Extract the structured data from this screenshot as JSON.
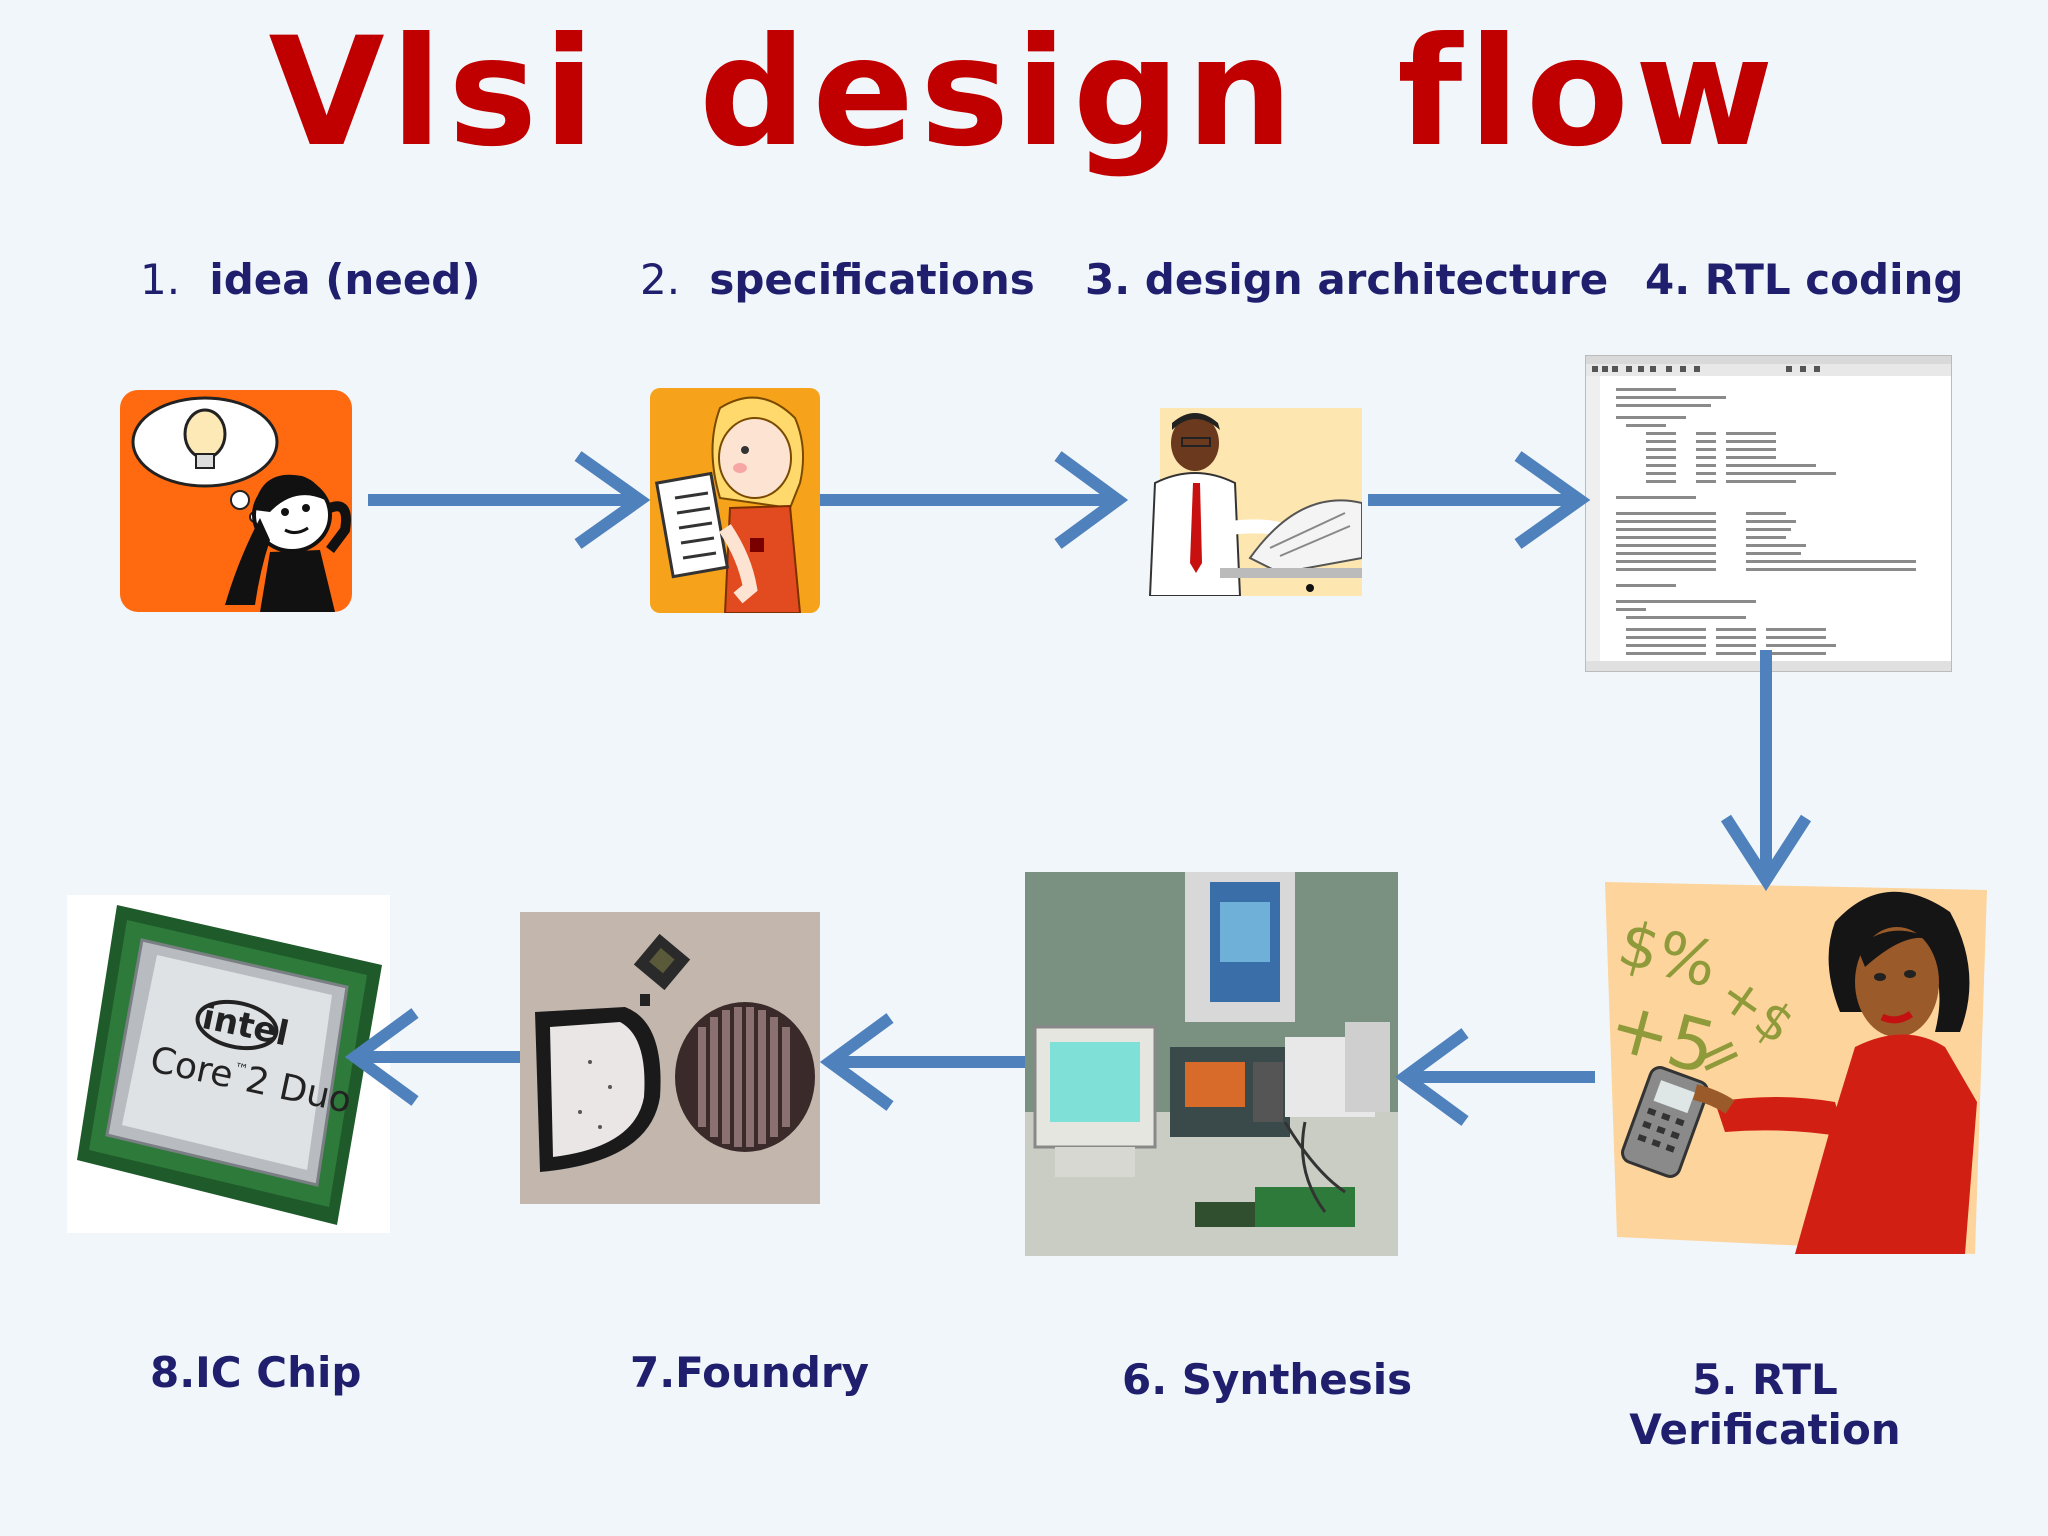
{
  "title": "Vlsi design flow",
  "steps": [
    {
      "num": "1.",
      "text": "idea (need)",
      "image": "thinking-person-lightbulb"
    },
    {
      "num": "2.",
      "text": "specifications",
      "image": "girl-holding-document"
    },
    {
      "num": "",
      "text": "3. design architecture",
      "image": "man-drafting-table"
    },
    {
      "num": "",
      "text": "4. RTL coding",
      "image": "code-editor-screenshot"
    },
    {
      "num": "",
      "text": "5. RTL Verification",
      "image": "woman-calculator-symbols"
    },
    {
      "num": "",
      "text": "6. Synthesis",
      "image": "lab-workstation-photo"
    },
    {
      "num": "",
      "text": "7.Foundry",
      "image": "silicon-wafers-photo"
    },
    {
      "num": "",
      "text": "8.IC Chip",
      "image": "processor-chip-photo"
    }
  ],
  "symbols": {
    "dollar_percent": "$%",
    "plus_five": "+5",
    "plus_dollar": "+$",
    "equals": "="
  },
  "chip": {
    "brand": "intel",
    "model": "Core",
    "model_tm": "™",
    "model_rest": "2 Duo"
  },
  "colors": {
    "title": "#c00000",
    "label": "#1f1f6e",
    "arrow": "#4f81bd",
    "background": "#f1f6fb"
  }
}
